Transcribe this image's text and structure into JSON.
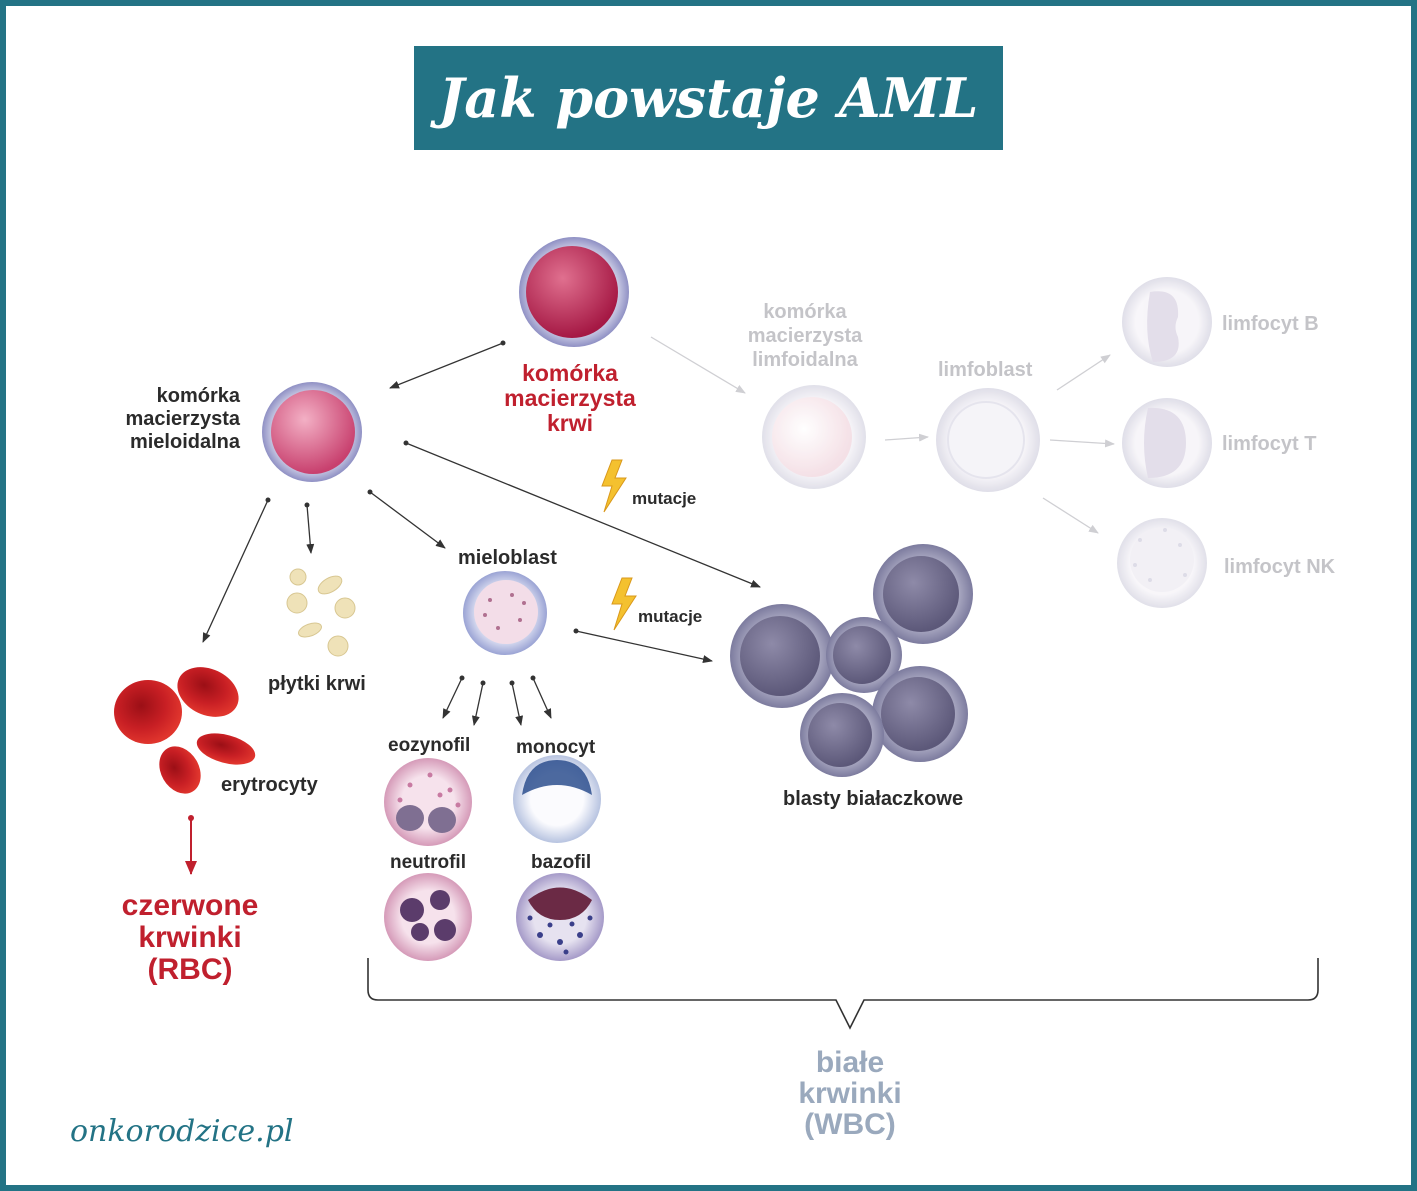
{
  "title": "Jak powstaje AML",
  "nodes": {
    "stem_cell": "komórka\nmacierzysta\nkrwi",
    "myeloid_stem": "komórka\nmacierzysta\nmieloidalna",
    "lymphoid_stem": "komórka\nmacierzysta\nlimfoidalna",
    "lymphoblast": "limfoblast",
    "b_cell": "limfocyt B",
    "t_cell": "limfocyt T",
    "nk_cell": "limfocyt NK",
    "myeloblast": "mieloblast",
    "platelets": "płytki krwi",
    "erythrocytes": "erytrocyty",
    "rbc": "czerwone\nkrwinki\n(RBC)",
    "eosinophil": "eozynofil",
    "monocyte": "monocyt",
    "neutrophil": "neutrofil",
    "basophil": "bazofil",
    "leukemic_blasts": "blasty białaczkowe",
    "wbc": "białe\nkrwinki\n(WBC)"
  },
  "mutations": {
    "label_1": "mutacje",
    "label_2": "mutacje"
  },
  "footer": "onkorodzice.pl",
  "colors": {
    "accent": "#237385",
    "red": "#c0202e",
    "muted": "#c4c4c8",
    "wbc": "#9aa9bd"
  }
}
